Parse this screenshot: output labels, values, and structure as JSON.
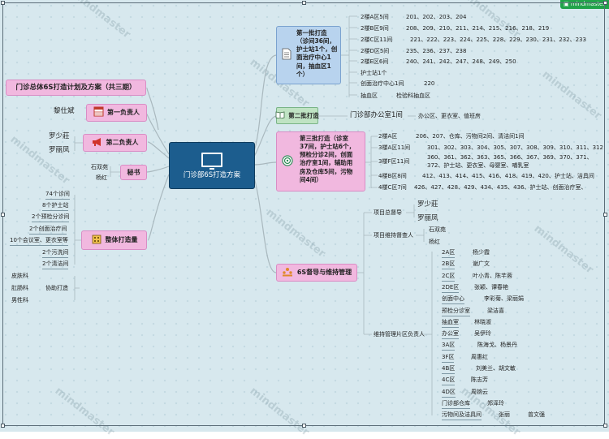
{
  "badge": "mindmaster",
  "watermark": "mindmaster",
  "center": "门诊部6S打造方案",
  "left": {
    "plan_title": "门诊总体6S打造计划及方案（共三期）",
    "first_person": {
      "label": "第一负责人",
      "name": "黎仕斌"
    },
    "second_person": {
      "label": "第二负责人",
      "names": [
        "罗少莊",
        "罗丽凤"
      ]
    },
    "secretary": {
      "label": "秘书",
      "names": [
        "石双苑",
        "杨红"
      ]
    },
    "scale": {
      "label": "整体打造量",
      "items": [
        "74个诊间",
        "8个护士站",
        "2个预检分诊间",
        "2个创面治疗间",
        "10个会议室、更衣室等",
        "2个污洗间",
        "2个清洁间"
      ]
    },
    "assist": {
      "label": "协助打造",
      "items": [
        "皮肤科",
        "肛肠科",
        "男性科"
      ]
    }
  },
  "batch1": {
    "label": "第一批打造（诊间36间，护士站1个，创面治疗中心1间，抽血区1个）",
    "lines": [
      "第一批打造",
      "（诊间36间，",
      "护士站1个，创",
      "面治疗中心1",
      "间，抽血区1",
      "个）"
    ],
    "rows": [
      {
        "k": "2楼A区5间",
        "v": "201、202、203、204"
      },
      {
        "k": "2楼B区9间",
        "v": "208、209、210、211、214、215、216、218、219"
      },
      {
        "k": "2楼C区11间",
        "v": "221、222、223、224、225、228、229、230、231、232、233"
      },
      {
        "k": "2楼D区5间",
        "v": "235、236、237、238"
      },
      {
        "k": "2楼E区6间",
        "v": "240、241、242、247、248、249、250"
      },
      {
        "k": "护士站1个",
        "v": ""
      },
      {
        "k": "创面治疗中心1间",
        "v": "220"
      },
      {
        "k": "抽血区",
        "v": "检验科抽血区"
      }
    ]
  },
  "batch2": {
    "label": "第二批打造",
    "item": "门诊部办公室1间",
    "detail": "办公区、更衣室、值班房"
  },
  "batch3": {
    "label": "第三批打造（诊室37间，护士站6个，预检分诊2间，创面治疗室1间，辅助用房及仓库5间，污物间4间）",
    "lines": [
      "第三批打造（诊室",
      "37间，护士站6个，",
      "预检分诊2间，创面",
      "治疗室1间，辅助用",
      "房及仓库5间，污物",
      "间4间）"
    ],
    "rows": [
      {
        "k": "2楼A区",
        "v": "206、207、仓库、污物间2间、清洁间1间"
      },
      {
        "k": "3楼A区11间",
        "v": "301、302、303、304、305、307、308、309、310、311、312"
      },
      {
        "k": "3楼F区11间",
        "v": "360、361、362、363、365、366、367、369、370、371、",
        "v2": "372、护士站、更衣室、母婴室、哺乳室"
      },
      {
        "k": "4楼B区8间",
        "v": "412、413、414、415、416、418、419、420、护士站、洁具间"
      },
      {
        "k": "4楼C区7间",
        "v": "426、427、428、429、434、435、436、护士站、创面治疗室、"
      }
    ]
  },
  "supervise": {
    "label": "6S督导与维持管理",
    "leader_label": "项目总督导",
    "leaders": [
      "罗少莊",
      "罗丽凤"
    ],
    "keeper_label": "项目维持督查人",
    "keepers": [
      "石双苑",
      "杨红"
    ],
    "area_label": "维持管理片区负责人",
    "areas": [
      {
        "k": "2A区",
        "v": "杨少霞"
      },
      {
        "k": "2B区",
        "v": "谢广文"
      },
      {
        "k": "2C区",
        "v": "叶小青、陈芊蓉"
      },
      {
        "k": "2DE区",
        "v": "张颖、谭春艳"
      },
      {
        "k": "创面中心",
        "v": "李彩菊、梁丽娟"
      },
      {
        "k": "预检分诊室",
        "v": "梁洁喜"
      },
      {
        "k": "抽血室",
        "v": "林晓淑"
      },
      {
        "k": "办公室",
        "v": "吴伊玲"
      },
      {
        "k": "3A区",
        "v": "陈海戈、杨景丹"
      },
      {
        "k": "3F区",
        "v": "周惠红"
      },
      {
        "k": "4B区",
        "v": "刘美兰、胡文敏"
      },
      {
        "k": "4C区",
        "v": "陈志芳"
      },
      {
        "k": "4D区",
        "v": "周婉云"
      },
      {
        "k": "门诊部仓库",
        "v": "郑泽玲"
      },
      {
        "k": "污物间及洁具间",
        "v": "张丽",
        "v2": "曾文强"
      }
    ]
  }
}
